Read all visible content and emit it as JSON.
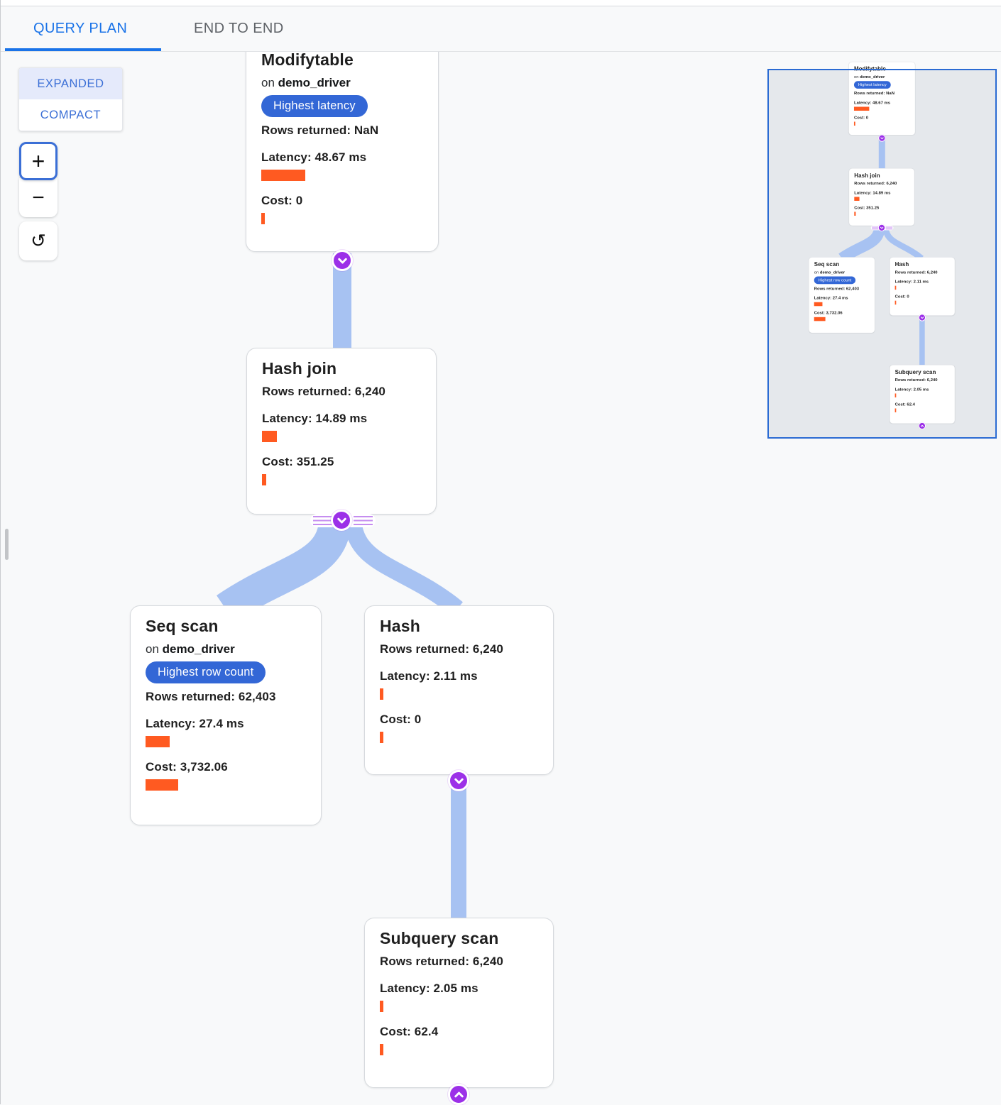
{
  "header": {
    "tabs": [
      {
        "label": "QUERY PLAN",
        "active": true
      },
      {
        "label": "END TO END",
        "active": false
      }
    ]
  },
  "controls": {
    "expanded": "EXPANDED",
    "compact": "COMPACT",
    "zoom_in": "+",
    "zoom_out": "−",
    "reset_glyph": "↺"
  },
  "colors": {
    "accent_blue": "#1a73e8",
    "badge_blue": "#3367d6",
    "bar_orange": "#ff5a21",
    "ribbon_blue": "#a7c2f2",
    "connector_purple": "#9c30e8"
  },
  "nodes": {
    "modifytable": {
      "title": "Modifytable",
      "on_prefix": "on",
      "table": "demo_driver",
      "badge": "Highest latency",
      "rows_label": "Rows returned:",
      "rows_value": "NaN",
      "latency_label": "Latency:",
      "latency_value": "48.67 ms",
      "latency_bar": "62px",
      "cost_label": "Cost:",
      "cost_value": "0",
      "cost_bar": "5px"
    },
    "hash_join": {
      "title": "Hash join",
      "rows_label": "Rows returned:",
      "rows_value": "6,240",
      "latency_label": "Latency:",
      "latency_value": "14.89 ms",
      "latency_bar": "21px",
      "cost_label": "Cost:",
      "cost_value": "351.25",
      "cost_bar": "6px"
    },
    "seq_scan": {
      "title": "Seq scan",
      "on_prefix": "on",
      "table": "demo_driver",
      "badge": "Highest row count",
      "rows_label": "Rows returned:",
      "rows_value": "62,403",
      "latency_label": "Latency:",
      "latency_value": "27.4 ms",
      "latency_bar": "34px",
      "cost_label": "Cost:",
      "cost_value": "3,732.06",
      "cost_bar": "46px"
    },
    "hash": {
      "title": "Hash",
      "rows_label": "Rows returned:",
      "rows_value": "6,240",
      "latency_label": "Latency:",
      "latency_value": "2.11 ms",
      "latency_bar": "5px",
      "cost_label": "Cost:",
      "cost_value": "0",
      "cost_bar": "5px"
    },
    "subquery_scan": {
      "title": "Subquery scan",
      "rows_label": "Rows returned:",
      "rows_value": "6,240",
      "latency_label": "Latency:",
      "latency_value": "2.05 ms",
      "latency_bar": "5px",
      "cost_label": "Cost:",
      "cost_value": "62.4",
      "cost_bar": "5px"
    }
  }
}
